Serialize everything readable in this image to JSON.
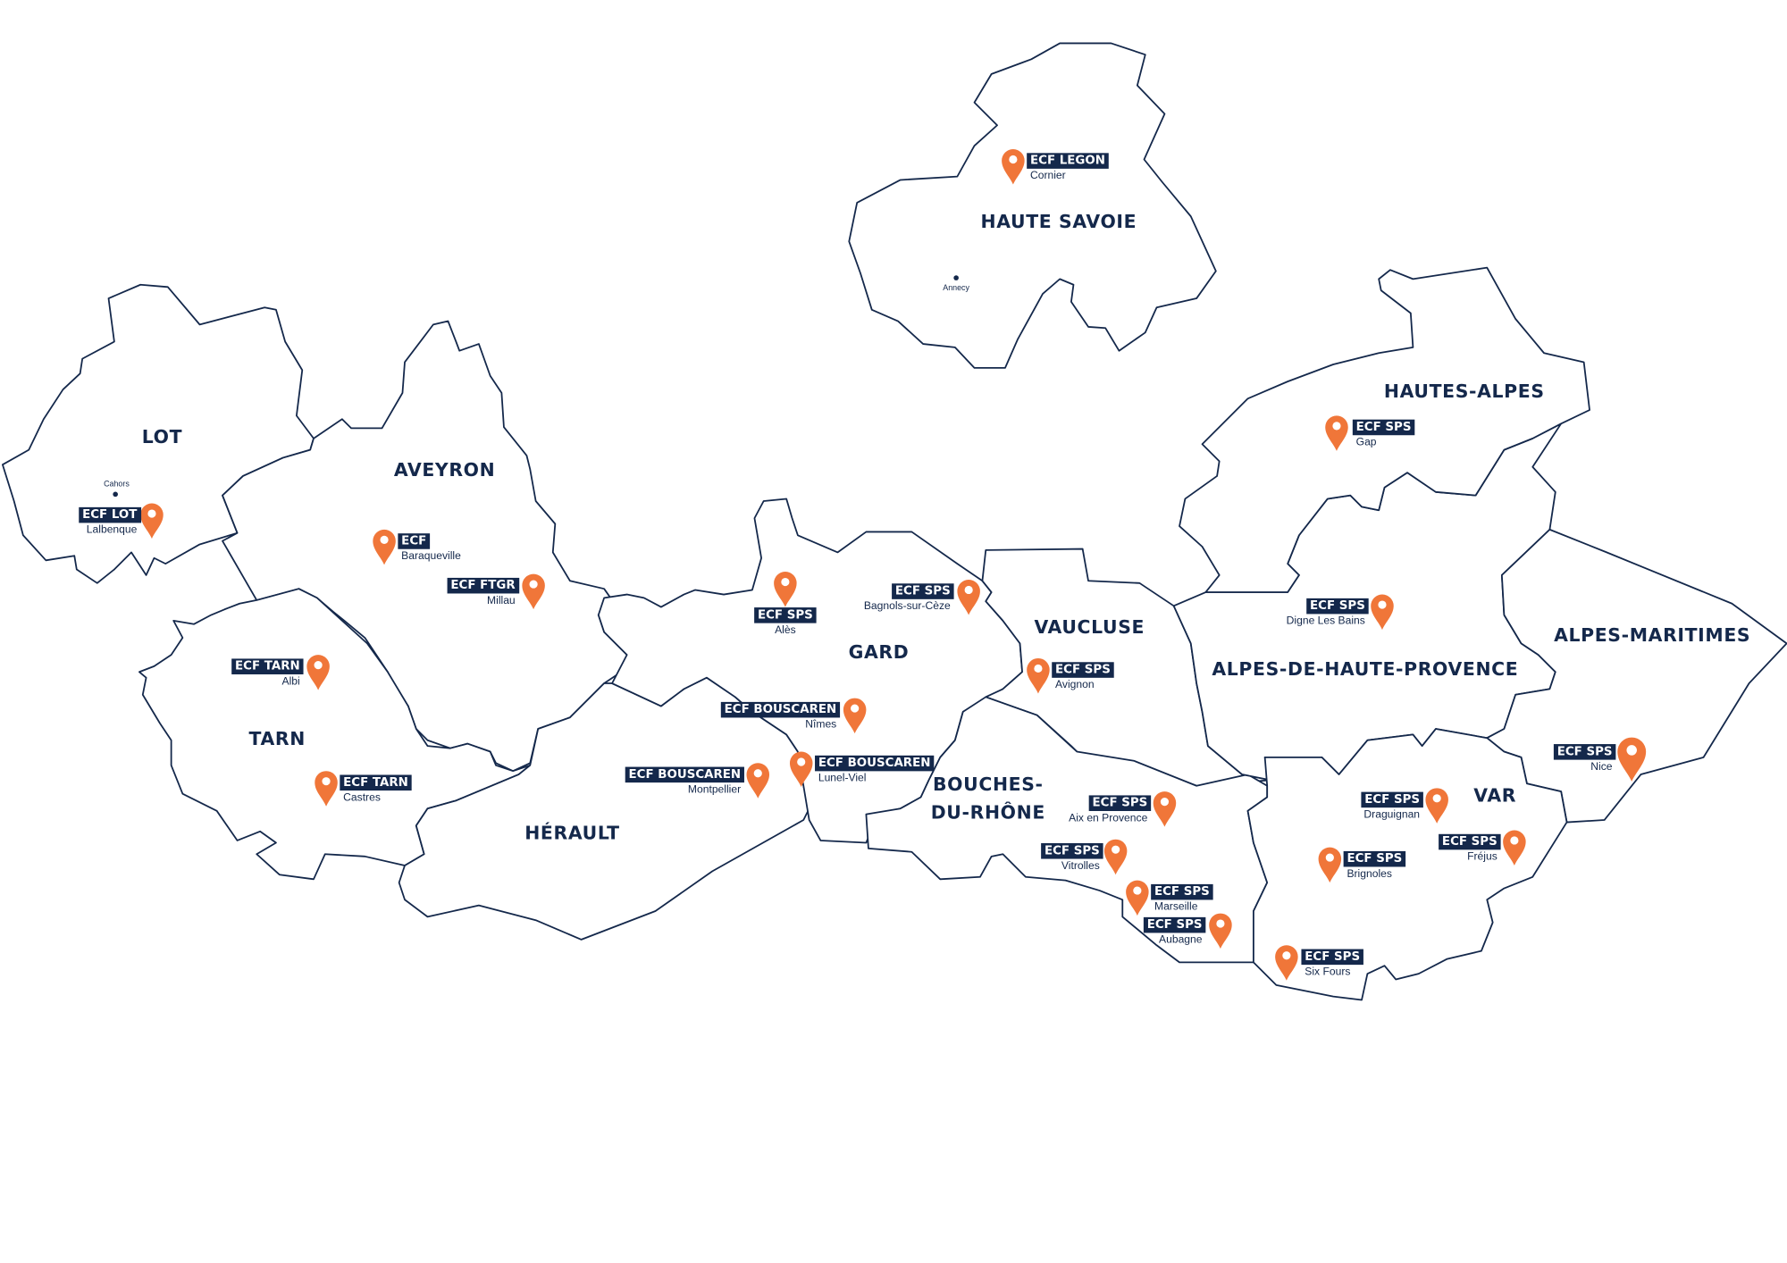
{
  "regions": {
    "lot": "LOT",
    "aveyron": "AVEYRON",
    "tarn": "TARN",
    "herault": "HÉRAULT",
    "gard": "GARD",
    "vaucluse": "VAUCLUSE",
    "bdr_line1": "BOUCHES-",
    "bdr_line2": "DU-RHÔNE",
    "ahp": "ALPES-DE-HAUTE-PROVENCE",
    "hautes_alpes": "HAUTES-ALPES",
    "alpes_maritimes": "ALPES-MARITIMES",
    "var": "VAR",
    "haute_savoie": "HAUTE SAVOIE"
  },
  "cities": {
    "cahors": "Cahors",
    "annecy": "Annecy"
  },
  "colors": {
    "marker": "#f07639",
    "label_bg": "#14284b",
    "outline": "#14284b"
  },
  "markers": [
    {
      "name": "ECF LOT",
      "city": "Lalbenque",
      "icon": "map-pin-icon"
    },
    {
      "name": "ECF",
      "city": "Baraqueville",
      "icon": "map-pin-icon"
    },
    {
      "name": "ECF FTGR",
      "city": "Millau",
      "icon": "map-pin-icon"
    },
    {
      "name": "ECF TARN",
      "city": "Albi",
      "icon": "map-pin-icon"
    },
    {
      "name": "ECF TARN",
      "city": "Castres",
      "icon": "map-pin-icon"
    },
    {
      "name": "ECF SPS",
      "city": "Alès",
      "icon": "map-pin-icon"
    },
    {
      "name": "ECF SPS",
      "city": "Bagnols-sur-Cèze",
      "icon": "map-pin-icon"
    },
    {
      "name": "ECF BOUSCAREN",
      "city": "Nîmes",
      "icon": "map-pin-icon"
    },
    {
      "name": "ECF BOUSCAREN",
      "city": "Montpellier",
      "icon": "map-pin-icon"
    },
    {
      "name": "ECF BOUSCAREN",
      "city": "Lunel-Viel",
      "icon": "map-pin-icon"
    },
    {
      "name": "ECF SPS",
      "city": "Avignon",
      "icon": "map-pin-icon"
    },
    {
      "name": "ECF LEGON",
      "city": "Cornier",
      "icon": "map-pin-icon"
    },
    {
      "name": "ECF SPS",
      "city": "Gap",
      "icon": "map-pin-icon"
    },
    {
      "name": "ECF SPS",
      "city": "Digne Les Bains",
      "icon": "map-pin-icon"
    },
    {
      "name": "ECF SPS",
      "city": "Nice",
      "icon": "map-pin-icon"
    },
    {
      "name": "ECF SPS",
      "city": "Aix en Provence",
      "icon": "map-pin-icon"
    },
    {
      "name": "ECF SPS",
      "city": "Vitrolles",
      "icon": "map-pin-icon"
    },
    {
      "name": "ECF SPS",
      "city": "Marseille",
      "icon": "map-pin-icon"
    },
    {
      "name": "ECF SPS",
      "city": "Aubagne",
      "icon": "map-pin-icon"
    },
    {
      "name": "ECF SPS",
      "city": "Six Fours",
      "icon": "map-pin-icon"
    },
    {
      "name": "ECF SPS",
      "city": "Draguignan",
      "icon": "map-pin-icon"
    },
    {
      "name": "ECF SPS",
      "city": "Brignoles",
      "icon": "map-pin-icon"
    },
    {
      "name": "ECF SPS",
      "city": "Fréjus",
      "icon": "map-pin-icon"
    }
  ]
}
